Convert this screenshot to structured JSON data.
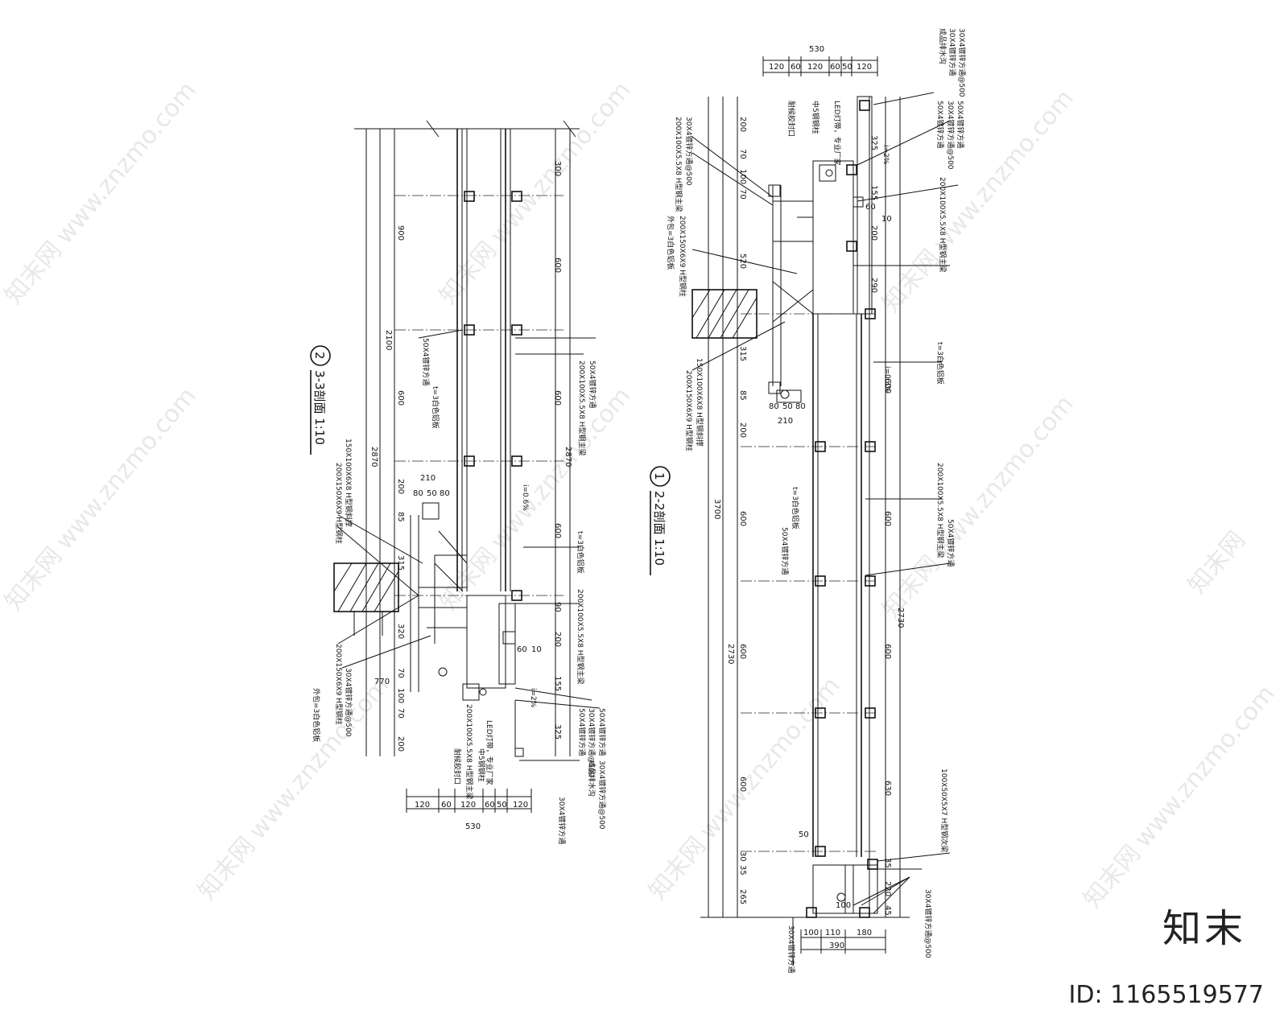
{
  "watermark": {
    "site": "www.znzmo.com",
    "brand": "知末网",
    "logo": "知末",
    "id_label": "ID: 1165519577"
  },
  "section_3": {
    "circle_no": "2",
    "title": "3-3剖面 1:10",
    "bottom_dims": [
      "120",
      "60",
      "120",
      "60",
      "50",
      "120"
    ],
    "bottom_total": "530",
    "vertical_dims": [
      "300",
      "600",
      "600",
      "600",
      "90",
      "200",
      "155",
      "325"
    ],
    "vertical_totals": [
      "2870",
      "2100",
      "900",
      "600"
    ],
    "left_dims": [
      "200",
      "85",
      "315",
      "320",
      "70",
      "100",
      "70",
      "200"
    ],
    "left_small": [
      "210",
      "80",
      "50",
      "80",
      "770"
    ],
    "labels": [
      "50X4镀锌方通",
      "200X100X5.5X8 H型钢主梁",
      "t=3白色铝板",
      "i=0.6%",
      "50X4镀锌方通",
      "t=3白色铝板",
      "200X100X5.5X8 H型钢主梁",
      "150X100X6X8 H型钢斜撑",
      "200X150X6X9 H型钢柱",
      "200X150X6X9 H型钢柱",
      "30X4镀锌方通@500",
      "外包=3白色铝板",
      "60",
      "10",
      "i=2%",
      "50X4镀锌方通",
      "30X4镀锌方通@500",
      "50X4镀锌方通",
      "200X100X5.5X8 H型钢主梁",
      "LED灯带，专业厂家",
      "中5钢钢柱",
      "耐候胶封口",
      "30X4镀锌方通@500",
      "成品排水沟",
      "30X4镀锌方通"
    ]
  },
  "section_2": {
    "circle_no": "1",
    "title": "2-2剖面 1:10",
    "top_dims": [
      "120",
      "60",
      "120",
      "60",
      "50",
      "120"
    ],
    "top_total": "530",
    "bottom_dims": [
      "100",
      "110",
      "180"
    ],
    "bottom_total": "390",
    "vertical_dims": [
      "325",
      "155",
      "200",
      "290",
      "600",
      "600",
      "600",
      "630",
      "35",
      "220",
      "45"
    ],
    "vertical_totals": [
      "3700",
      "2730",
      "2730"
    ],
    "left_dims": [
      "200",
      "70",
      "100",
      "70",
      "520",
      "315",
      "85",
      "200",
      "600",
      "600",
      "600",
      "30",
      "35",
      "265"
    ],
    "small": [
      "60",
      "10",
      "80",
      "50",
      "80",
      "210",
      "50",
      "100"
    ],
    "labels": [
      "30X4镀锌方通",
      "成品排水沟",
      "30X4镀锌方通@500",
      "LED灯带，专业厂家",
      "中5钢钢柱",
      "耐候胶封口",
      "50X4镀锌方通",
      "50X4镀锌方通",
      "30X4镀锌方通@500",
      "i=2%",
      "200X100X5.5X8 H型钢主梁",
      "200X100X5.5X8 H型钢主梁",
      "30X4镀锌方通@500",
      "200X150X6X9 H型钢柱",
      "外包=3白色铝板",
      "t=3白色铝板",
      "i=0.3%",
      "200X150X6X9 H型钢柱",
      "150X100X6X8 H型钢斜撑",
      "200X100X5.5X8 H型钢主梁",
      "50X4镀锌方通",
      "t=3白色铝板",
      "50X4镀锌方通",
      "100X50X5X7 H型钢次梁",
      "30X4镀锌方通@500",
      "30X4镀锌方通"
    ]
  }
}
